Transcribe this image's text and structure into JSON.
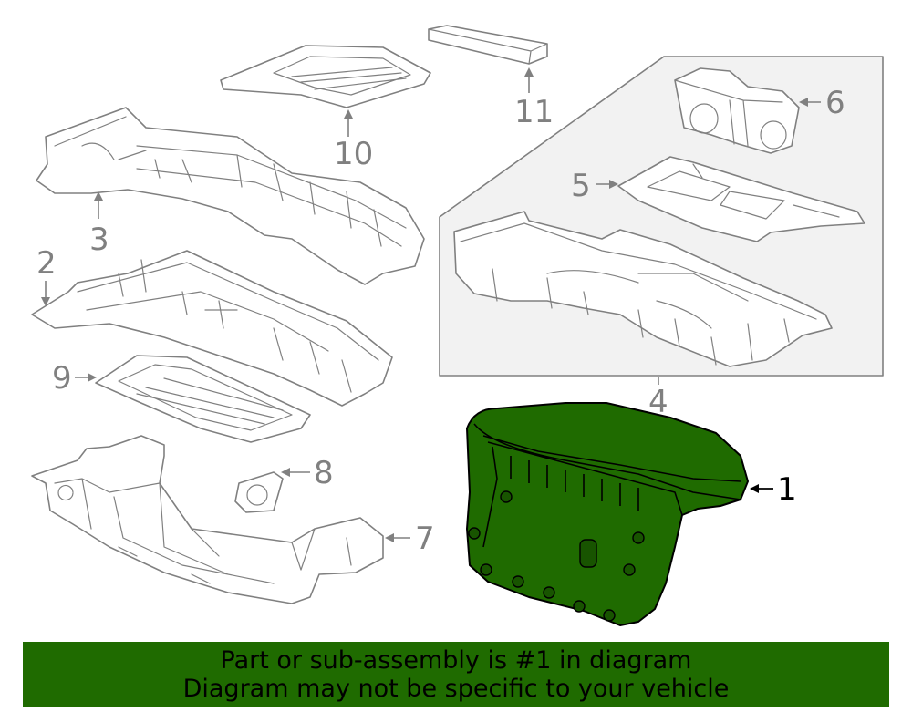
{
  "diagram": {
    "callouts": [
      {
        "id": "1",
        "label": "1",
        "highlighted": true
      },
      {
        "id": "2",
        "label": "2"
      },
      {
        "id": "3",
        "label": "3"
      },
      {
        "id": "4",
        "label": "4"
      },
      {
        "id": "5",
        "label": "5"
      },
      {
        "id": "6",
        "label": "6"
      },
      {
        "id": "7",
        "label": "7"
      },
      {
        "id": "8",
        "label": "8"
      },
      {
        "id": "9",
        "label": "9"
      },
      {
        "id": "10",
        "label": "10"
      },
      {
        "id": "11",
        "label": "11"
      }
    ],
    "colors": {
      "highlight": "#1f6b00",
      "line": "#808080",
      "inset_fill": "#f2f2f2"
    }
  },
  "banner": {
    "line1": "Part or sub-assembly is #1 in diagram",
    "line2": "Diagram may not be specific to your vehicle"
  }
}
